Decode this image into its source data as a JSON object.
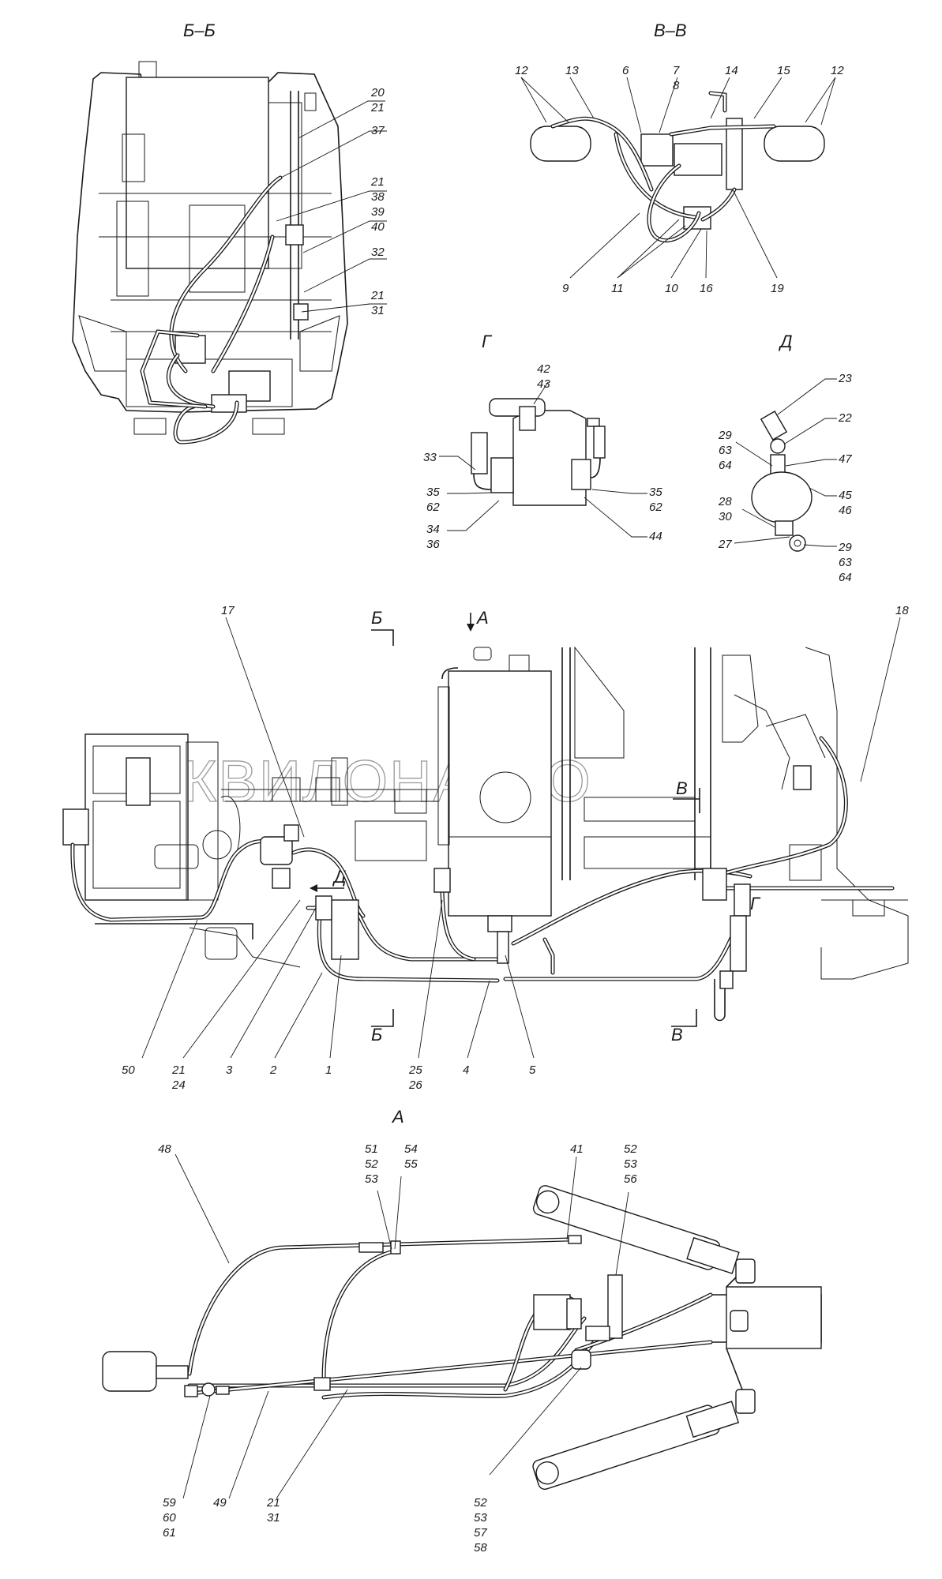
{
  "sections": {
    "bb": "Б–Б",
    "vv": "В–В",
    "g": "Г",
    "d": "Д",
    "a": "А"
  },
  "cut_marks": {
    "b_top": "Б",
    "a_arrow": "А",
    "v_right": "В",
    "g_right": "Г",
    "d_arrow": "Д",
    "b_bottom": "Б",
    "v_bottom": "В"
  },
  "watermark": "АКВИЛОНАВТО",
  "callouts": {
    "bb": [
      "20",
      "21",
      "37",
      "21",
      "38",
      "39",
      "40",
      "32",
      "21",
      "31"
    ],
    "vv": [
      "12",
      "13",
      "6",
      "7",
      "8",
      "14",
      "15",
      "12",
      "9",
      "11",
      "10",
      "16",
      "19"
    ],
    "g": [
      "42",
      "43",
      "33",
      "35",
      "62",
      "34",
      "36",
      "35",
      "62",
      "44"
    ],
    "d": [
      "23",
      "22",
      "29",
      "63",
      "64",
      "47",
      "45",
      "46",
      "28",
      "30",
      "27",
      "29",
      "63",
      "64"
    ],
    "main": [
      "17",
      "18",
      "50",
      "21",
      "24",
      "3",
      "2",
      "1",
      "25",
      "26",
      "4",
      "5"
    ],
    "a": [
      "48",
      "51",
      "52",
      "53",
      "54",
      "55",
      "41",
      "52",
      "53",
      "56",
      "59",
      "60",
      "61",
      "49",
      "21",
      "31",
      "52",
      "53",
      "57",
      "58"
    ]
  }
}
